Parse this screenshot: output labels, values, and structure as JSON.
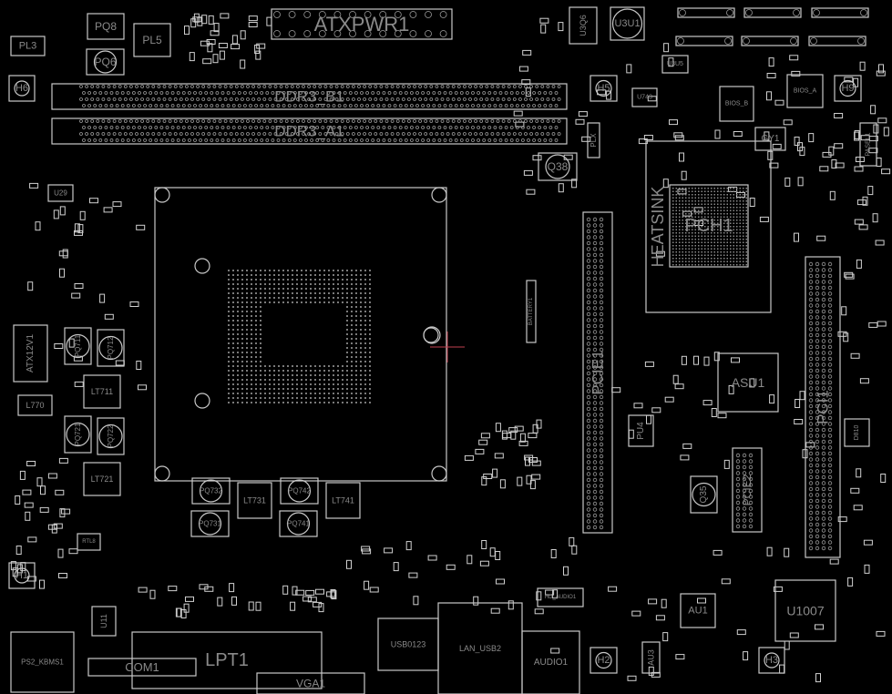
{
  "board": {
    "title": "Boardview",
    "accent_color": "#c8c8c8",
    "cursor_color": "#c04050",
    "via_color": "#2a8a7a"
  },
  "components": {
    "ATXPWR1": "ATXPWR1",
    "PQ8": "PQ8",
    "PQ6": "PQ6",
    "PL5": "PL5",
    "PL3": "PL3",
    "H6": "H6",
    "H5": "H5",
    "H9": "H9",
    "H1": "H1",
    "H2": "H2",
    "H3": "H3",
    "DDR3_B1": "DDR3_B1",
    "DDR3_A1": "DDR3_A1",
    "Q38": "Q38",
    "BATTERY1": "BATTERY1",
    "PCIE1": "PCIE1",
    "PCH1": "PCH1",
    "HEATSINK": "HEATSINK",
    "ASU1": "ASU1",
    "PCI1": "PCI1",
    "PCIE2": "PCIE2",
    "Q35": "Q35",
    "PU4": "PU4",
    "U1007": "U1007",
    "AU1": "AU1",
    "AU3": "AU3",
    "U3U1": "U3U1",
    "U3Q6": "U3Q6",
    "BIOS_A": "BIOS_A",
    "BIOS_B": "BIOS_B",
    "GY1": "GY1",
    "U3U5": "U3U5",
    "U743": "U743",
    "PLX": "PLX",
    "U29": "U29",
    "ATX12V1": "ATX12V1",
    "PQ711": "PQ711",
    "PQ712": "PQ712",
    "LT711": "LT711",
    "L770": "L770",
    "PQ721": "PQ721",
    "PQ722": "PQ722",
    "LT721": "LT721",
    "PQ732": "PQ732",
    "LT731": "LT731",
    "PQ742": "PQ742",
    "LT741": "LT741",
    "PQ731": "PQ731",
    "PQ741": "PQ741",
    "U11": "U11",
    "PS2_KBMS1": "PS2_KBMS1",
    "LPT1": "LPT1",
    "COM1": "COM1",
    "VGA1": "VGA1",
    "USB0123": "USB0123",
    "LAN_USB2": "LAN_USB2",
    "AUDIO1": "AUDIO1",
    "HD_AUDIO1": "HD_AUDIO1",
    "PASEL1": "PASEL1",
    "D810": "D810",
    "RTL8": "RTL8"
  }
}
